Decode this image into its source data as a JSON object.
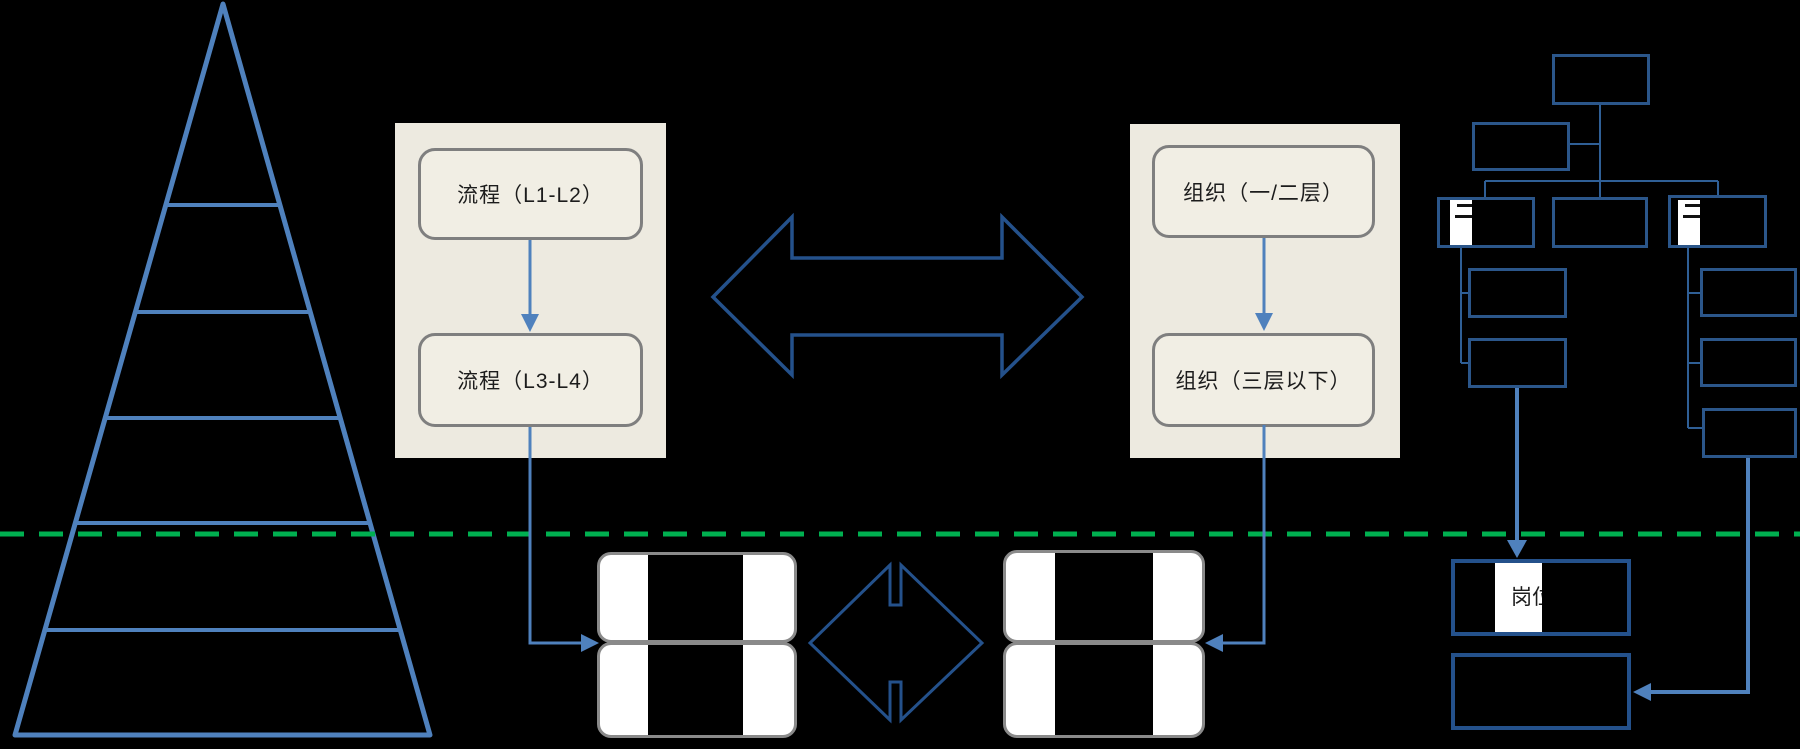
{
  "colors": {
    "background": "#000000",
    "accent_blue": "#4F81BD",
    "dark_blue": "#24518B",
    "org_connector_blue": "#2F5F96",
    "boundary_green": "#00B050",
    "panel_beige": "#EDEAE0",
    "soft_box_fill": "#F1EEE4",
    "gray_border": "#7F7F7F",
    "white": "#FFFFFF",
    "text_black": "#1C1C1C"
  },
  "pyramid": {
    "levels": 6
  },
  "process_panel": {
    "boxes": [
      {
        "label": "流程（L1-L2）"
      },
      {
        "label": "流程（L3-L4）"
      }
    ]
  },
  "organization_panel": {
    "boxes": [
      {
        "label": "组织（一/二层）"
      },
      {
        "label": "组织（三层以下）"
      }
    ]
  },
  "position_section": {
    "post_label": "岗位"
  }
}
